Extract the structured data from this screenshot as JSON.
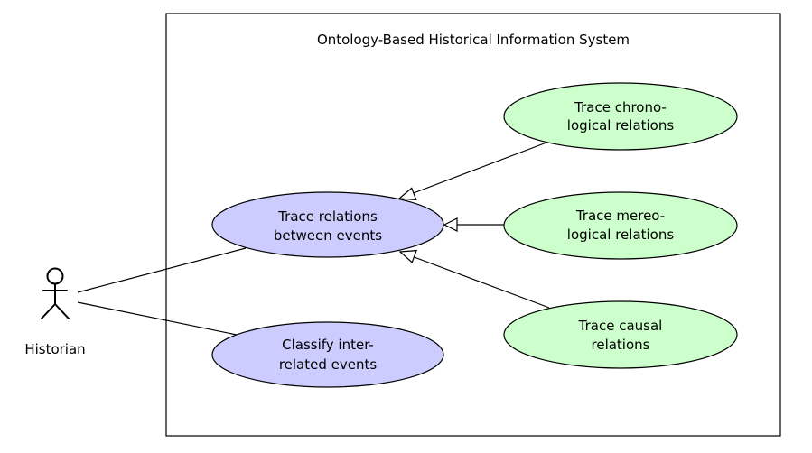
{
  "system": {
    "title": "Ontology-Based Historical Information System"
  },
  "actor": {
    "label": "Historian"
  },
  "use_cases": {
    "trace_relations": {
      "line1": "Trace relations",
      "line2": "between events",
      "fill": "#ccccff"
    },
    "classify_events": {
      "line1": "Classify inter-",
      "line2": "related events",
      "fill": "#ccccff"
    },
    "trace_chronological": {
      "line1": "Trace chrono-",
      "line2": "logical relations",
      "fill": "#ccffcc"
    },
    "trace_mereological": {
      "line1": "Trace mereo-",
      "line2": "logical relations",
      "fill": "#ccffcc"
    },
    "trace_causal": {
      "line1": "Trace causal",
      "line2": "relations",
      "fill": "#ccffcc"
    }
  }
}
